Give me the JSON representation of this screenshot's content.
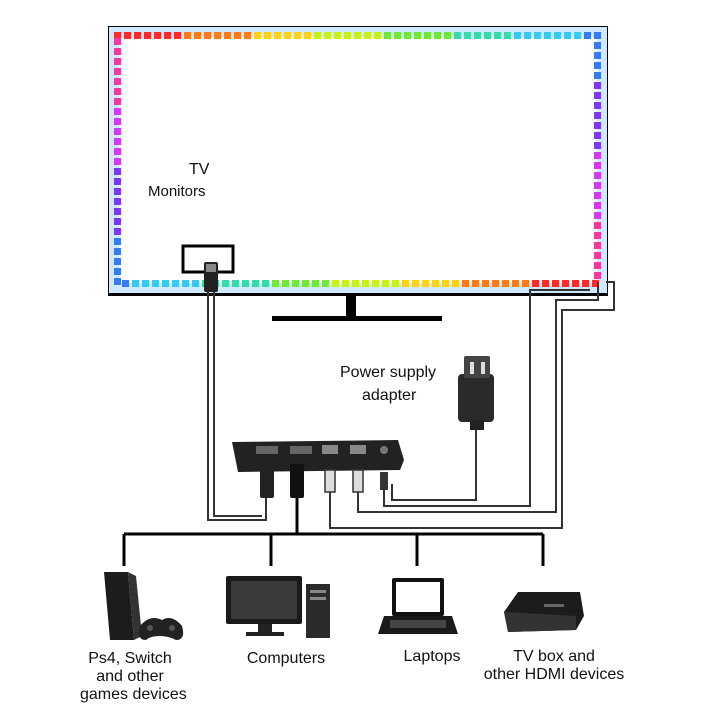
{
  "tv": {
    "label_line1": "TV",
    "label_line2": "Monitors"
  },
  "power": {
    "label_line1": "Power supply",
    "label_line2": "adapter"
  },
  "devices": [
    {
      "lines": [
        "Ps4,  Switch",
        "and other",
        "games devices"
      ],
      "icon": "game-console-icon"
    },
    {
      "lines": [
        "Computers"
      ],
      "icon": "desktop-computer-icon"
    },
    {
      "lines": [
        "Laptops"
      ],
      "icon": "laptop-icon"
    },
    {
      "lines": [
        "TV box and",
        "other HDMI devices"
      ],
      "icon": "tv-box-icon"
    }
  ],
  "led_colors": [
    "#ff2a2a",
    "#ff7a1a",
    "#ffd21a",
    "#c8f01a",
    "#6fe83a",
    "#3ad9a8",
    "#3ac8f0",
    "#3a7af0",
    "#7a3af0",
    "#d03af0",
    "#f03aa0"
  ],
  "icons": [
    "usb-plug-icon",
    "hdmi-plug-icon",
    "wall-plug-icon",
    "sync-box-icon"
  ]
}
